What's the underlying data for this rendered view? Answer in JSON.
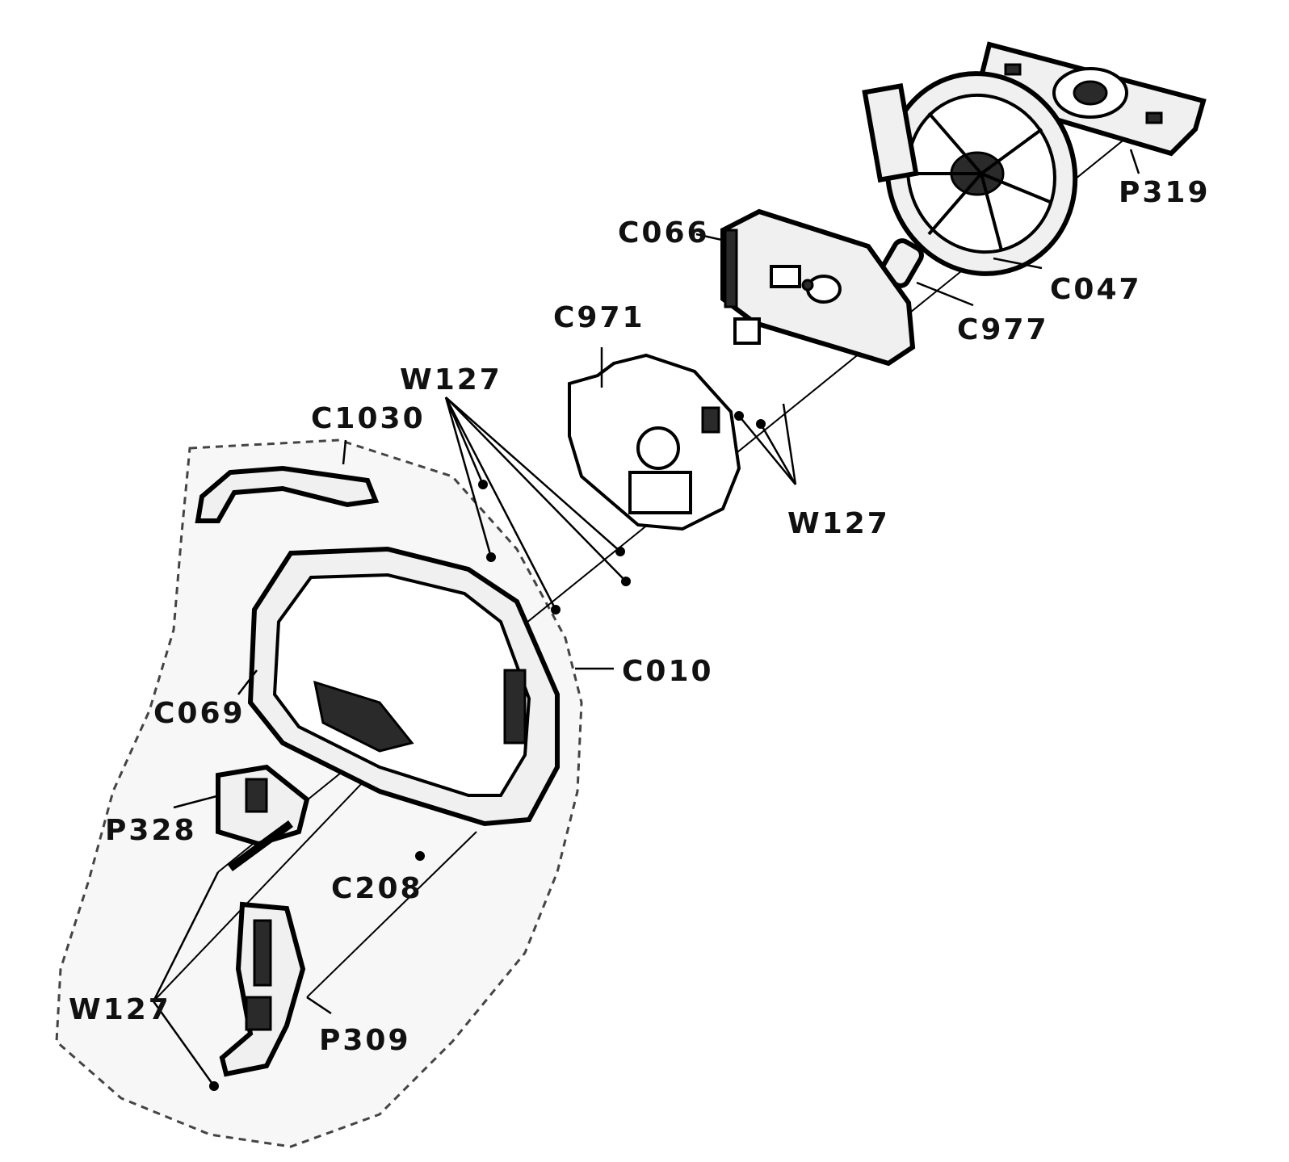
{
  "labels": {
    "p319": "P319",
    "c047": "C047",
    "c066": "C066",
    "c977": "C977",
    "c971": "C971",
    "w127_top": "W127",
    "w127_right": "W127",
    "w127_bottom": "W127",
    "c1030": "C1030",
    "c010": "C010",
    "c069": "C069",
    "p328": "P328",
    "c208": "C208",
    "p309": "P309"
  }
}
